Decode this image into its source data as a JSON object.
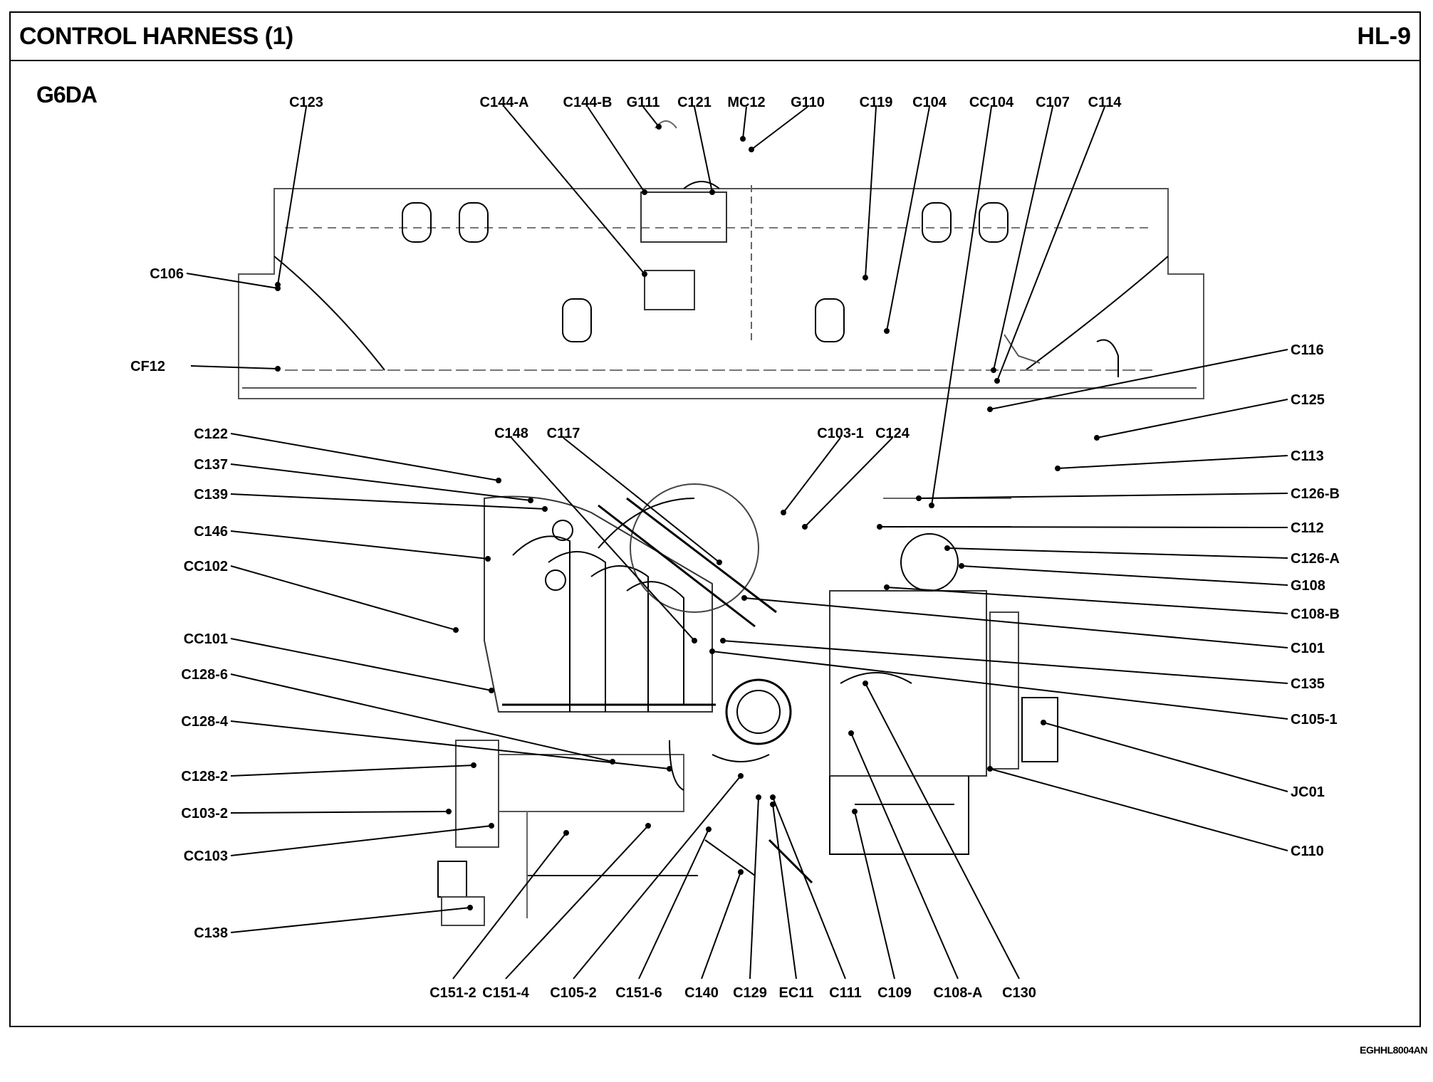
{
  "header": {
    "title": "CONTROL HARNESS (1)",
    "page_code": "HL-9"
  },
  "engine": "G6DA",
  "figure_code": "EGHHL8004AN",
  "connectors": {
    "top": [
      "C123",
      "C144-A",
      "C144-B",
      "G111",
      "C121",
      "MC12",
      "G110",
      "C119",
      "C104",
      "CC104",
      "C107",
      "C114"
    ],
    "left": [
      "C106",
      "CF12",
      "C122",
      "C137",
      "C139",
      "C146",
      "CC102",
      "CC101",
      "C128-6",
      "C128-4",
      "C128-2",
      "C103-2",
      "CC103",
      "C138"
    ],
    "middle": [
      "C148",
      "C117",
      "C103-1",
      "C124"
    ],
    "right": [
      "C116",
      "C125",
      "C113",
      "C126-B",
      "C112",
      "C126-A",
      "G108",
      "C108-B",
      "C101",
      "C135",
      "C105-1",
      "JC01",
      "C110"
    ],
    "bottom": [
      "C151-2",
      "C151-4",
      "C105-2",
      "C151-6",
      "C140",
      "C129",
      "EC11",
      "C111",
      "C109",
      "C108-A",
      "C130"
    ]
  }
}
